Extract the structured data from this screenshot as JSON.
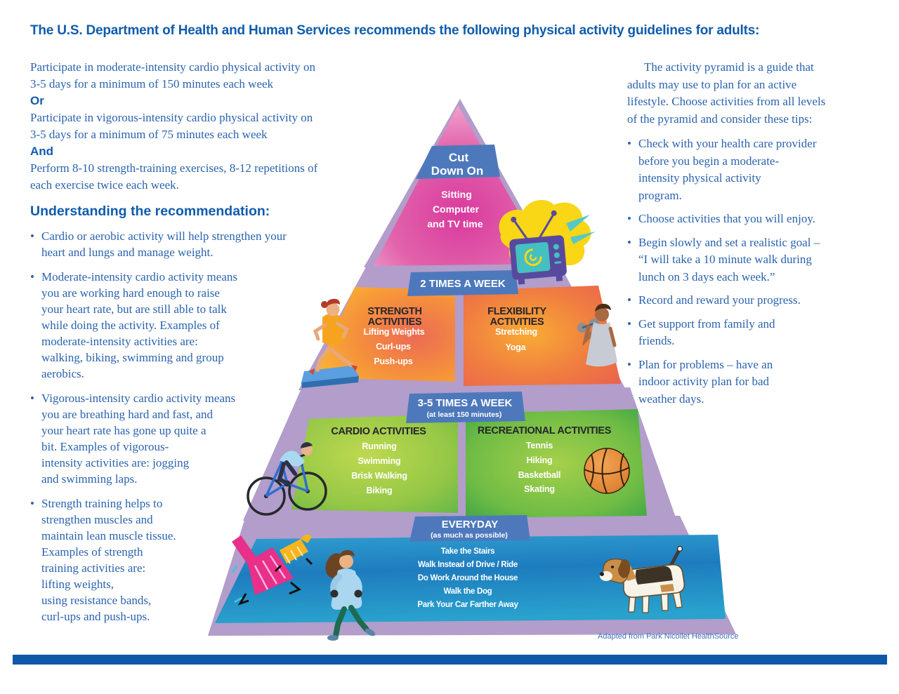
{
  "title": "The U.S. Department of Health and Human Services recommends the following physical activity guidelines for adults:",
  "recommendations": {
    "moderate": "Participate in moderate-intensity cardio physical activity on\n3-5 days for a minimum of 150 minutes each week",
    "or_label": "Or",
    "vigorous": "Participate in vigorous-intensity cardio physical activity on\n3-5 days for a minimum of 75 minutes each week",
    "and_label": "And",
    "strength": "Perform 8-10 strength-training exercises, 8-12 repetitions of\neach exercise twice each week."
  },
  "understanding": {
    "heading": "Understanding the recommendation:",
    "bullets": [
      "Cardio or aerobic activity will help strengthen your\nheart and lungs and manage weight.",
      "Moderate-intensity cardio activity means\nyou are working hard enough to raise\nyour heart rate, but are still able to talk\nwhile doing the activity.  Examples of\nmoderate-intensity activities are:\nwalking, biking, swimming and group\naerobics.",
      "Vigorous-intensity cardio activity means\nyou are breathing hard and fast, and\nyour heart rate has gone up quite a\nbit.  Examples of vigorous-\nintensity activities are: jogging\nand swimming laps.",
      "Strength training helps to\nstrengthen muscles and\nmaintain lean muscle tissue.\nExamples of strength\ntraining activities are:\nlifting weights,\nusing resistance bands,\ncurl-ups and push-ups."
    ]
  },
  "tips": {
    "intro": "The activity pyramid is a guide that\nadults may use to plan for an active\nlifestyle. Choose activities from all levels\nof the pyramid and consider these tips:",
    "bullets": [
      "Check with your health care provider\nbefore you begin a moderate-\nintensity physical activity\nprogram.",
      "Choose activities that you will enjoy.",
      "Begin slowly and set a realistic goal –\n“I will take a 10 minute walk during\nlunch on 3 days each week.”",
      "Record and reward your progress.",
      "Get support from family and\nfriends.",
      "Plan for problems – have an\nindoor activity plan for bad\nweather days."
    ]
  },
  "pyramid": {
    "cut_down": {
      "banner_lines": [
        "Cut",
        "Down On"
      ],
      "items": [
        "Sitting",
        "Computer",
        "and TV time"
      ]
    },
    "twice_week": {
      "banner": "2 TIMES A WEEK",
      "strength": {
        "heading_lines": [
          "STRENGTH",
          "ACTIVITIES"
        ],
        "items": [
          "Lifting Weights",
          "Curl-ups",
          "Push-ups"
        ]
      },
      "flexibility": {
        "heading_lines": [
          "FLEXIBILITY",
          "ACTIVITIES"
        ],
        "items": [
          "Stretching",
          "Yoga"
        ]
      }
    },
    "three_five_week": {
      "banner": "3-5 TIMES A WEEK",
      "banner_sub": "(at least 150 minutes)",
      "cardio": {
        "heading": "CARDIO ACTIVITIES",
        "items": [
          "Running",
          "Swimming",
          "Brisk Walking",
          "Biking"
        ]
      },
      "recreational": {
        "heading": "RECREATIONAL ACTIVITIES",
        "items": [
          "Tennis",
          "Hiking",
          "Basketball",
          "Skating"
        ]
      }
    },
    "everyday": {
      "banner": "EVERYDAY",
      "banner_sub": "(as much as possible)",
      "items": [
        "Take the Stairs",
        "Walk Instead of Drive / Ride",
        "Do Work Around the House",
        "Walk the Dog",
        "Park Your Car Farther Away"
      ]
    }
  },
  "attribution": "Adapted from Park Nicollet HealthSource",
  "illustrations": [
    "tv-icon",
    "step-exercise-icon",
    "weight-lifter-icon",
    "cyclist-icon",
    "basketball-icon",
    "broom-icon",
    "paintbrush-icon",
    "walking-woman-icon",
    "dog-icon"
  ],
  "colors": {
    "heading_blue": "#0f5cad",
    "body_blue": "#2b63ae",
    "banner_blue": "#4d79bc",
    "lavender": "#b29dcb",
    "pink": "#d93a9e",
    "orange": "#fcb733",
    "red_orange": "#e85b50",
    "green": "#6fbc45",
    "panel_blue": "#1e7cbe",
    "bottom_bar_blue": "#0e57a9"
  }
}
